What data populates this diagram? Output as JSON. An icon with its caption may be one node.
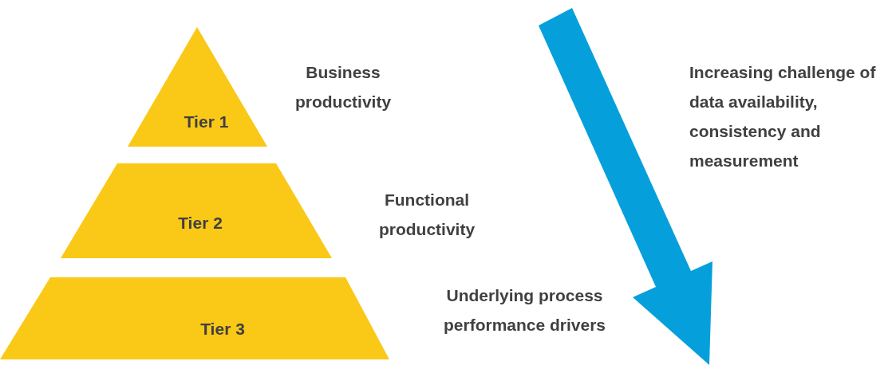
{
  "diagram": {
    "nodes": [
      {
        "text": [
          "Tier 1"
        ],
        "beside": [
          "Business productivity"
        ]
      },
      {
        "text": [
          "Tier 2"
        ],
        "beside": [
          "Functional productivity"
        ]
      },
      {
        "text": [
          "Tier 3"
        ],
        "beside": [
          "Underlying process performance drivers"
        ]
      }
    ],
    "labels": [
      "Increasing challenge of data availability, consistency and measurement"
    ]
  }
}
